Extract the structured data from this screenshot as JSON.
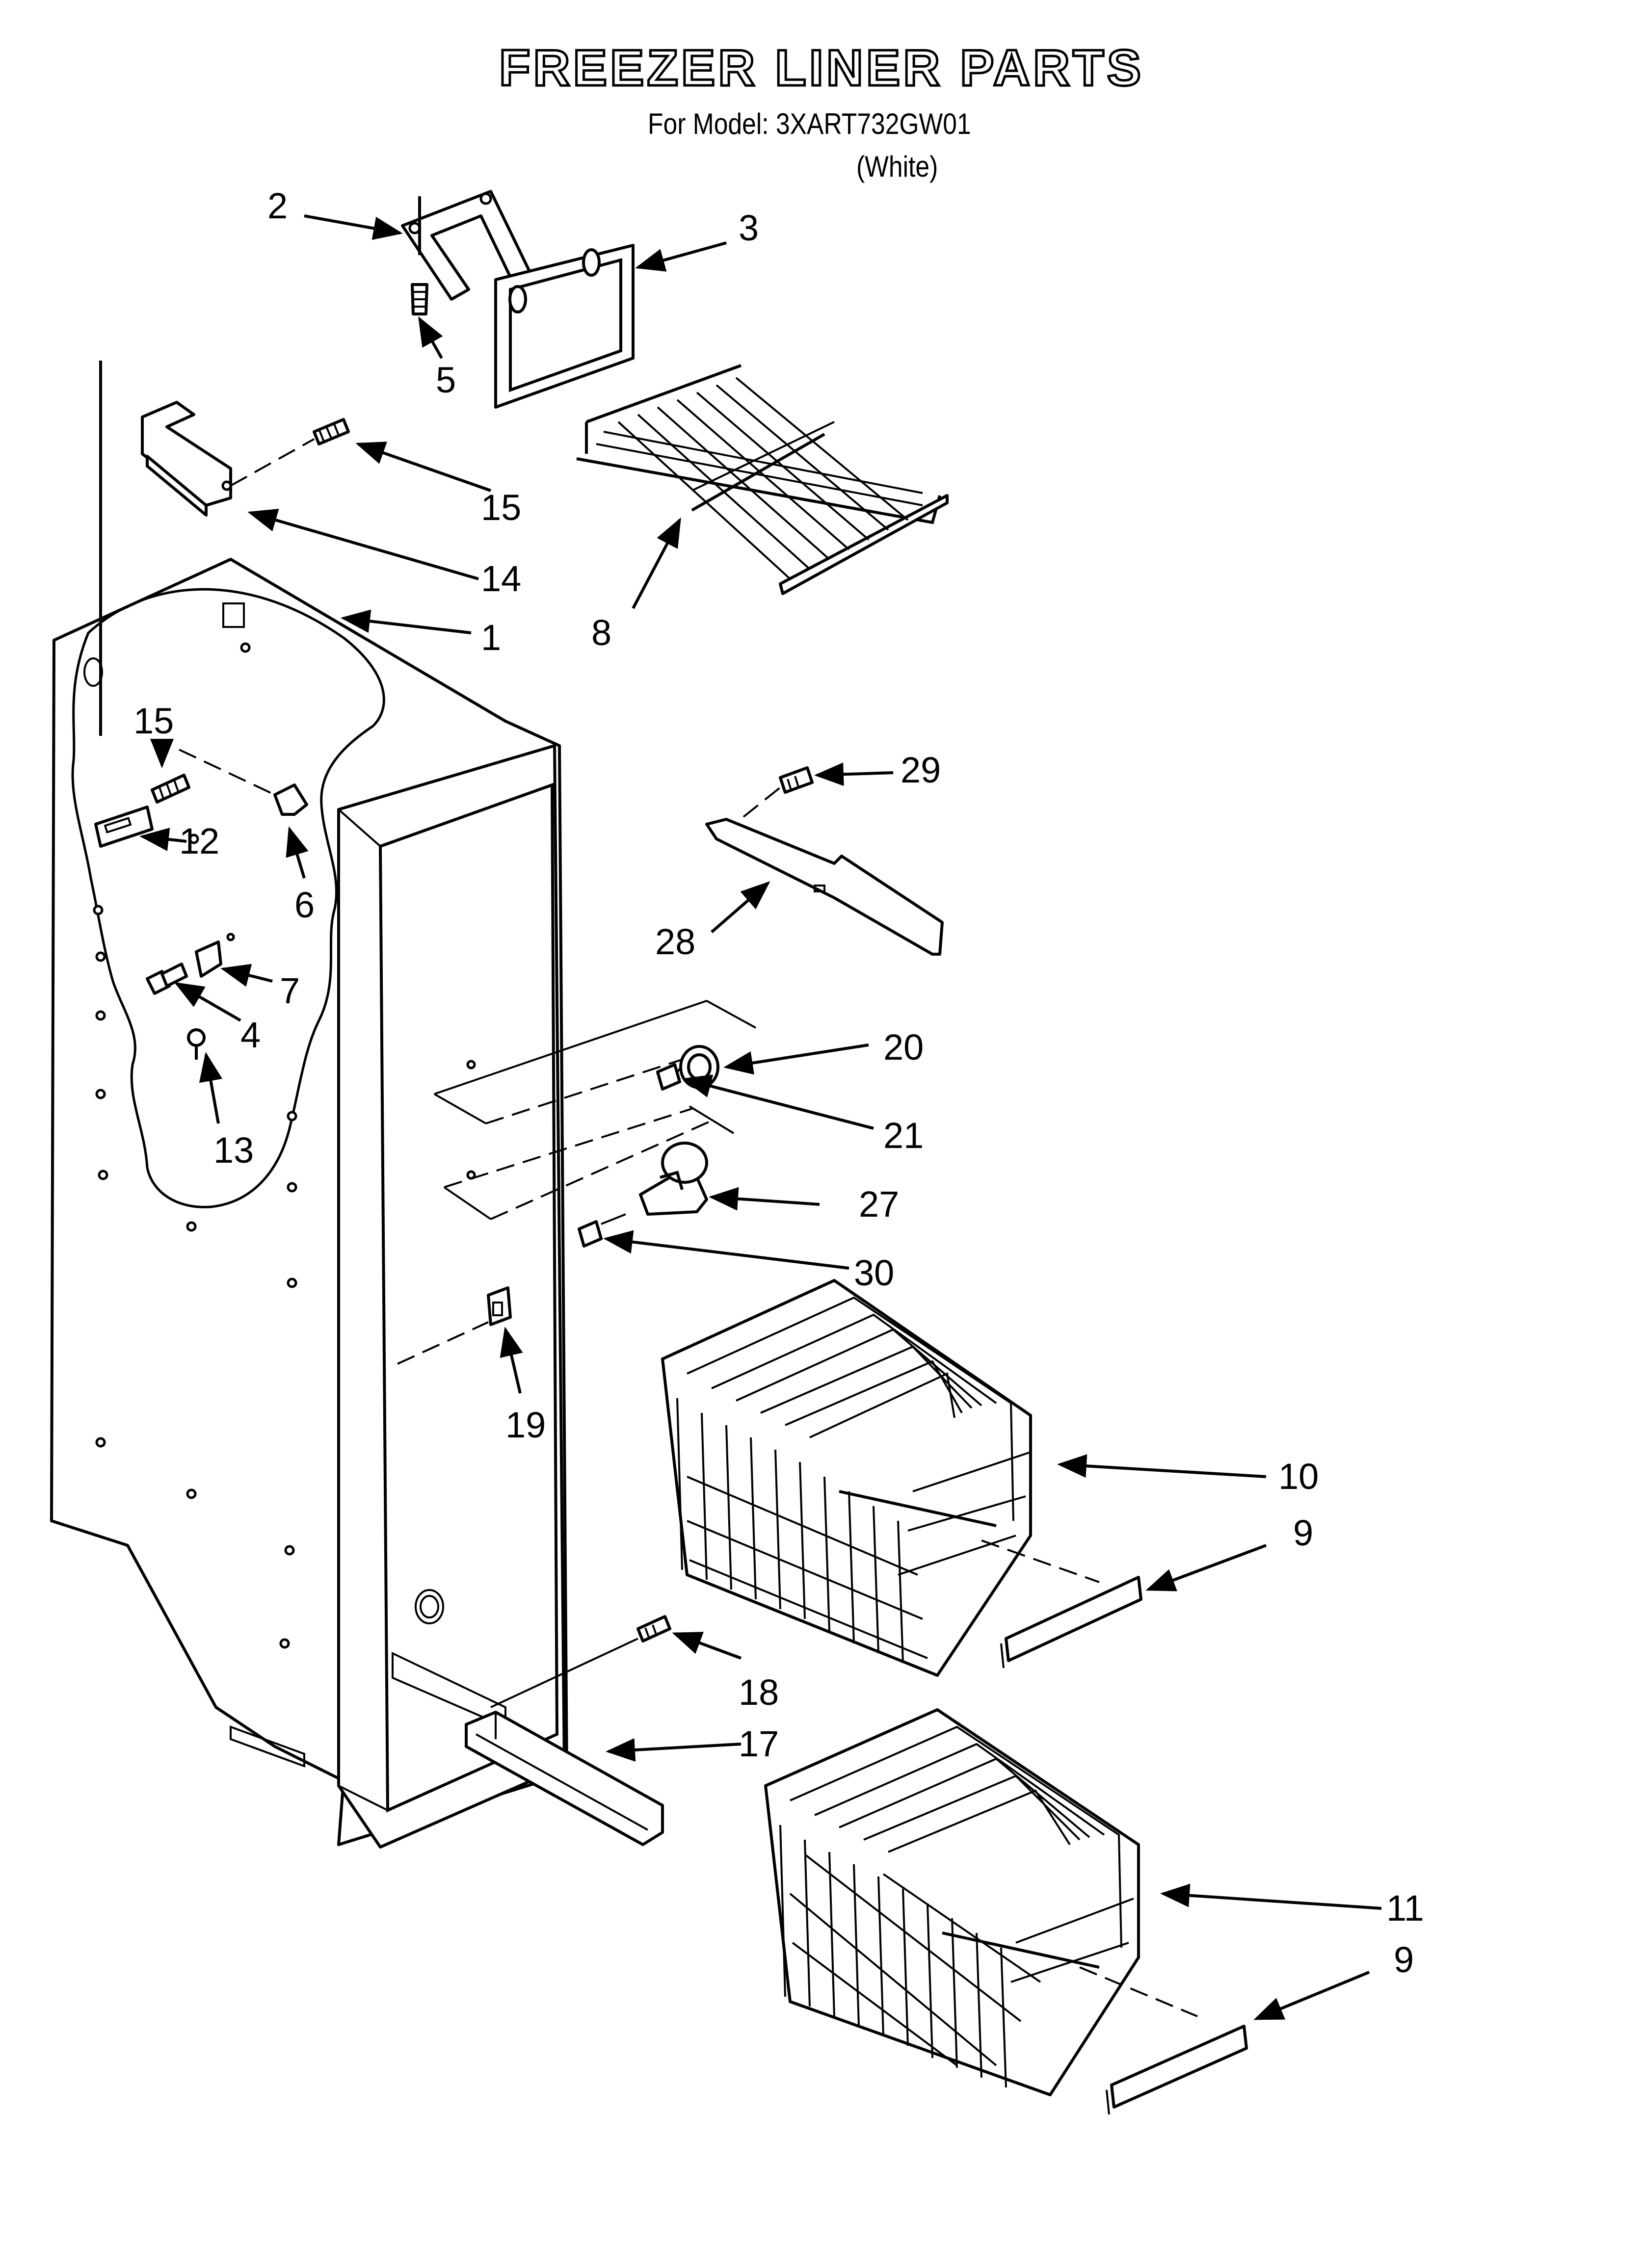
{
  "title": "FREEZER LINER PARTS",
  "model": "For Model: 3XART732GW01",
  "color_note": "(White)",
  "callouts": [
    {
      "id": "c2",
      "label": "2"
    },
    {
      "id": "c3",
      "label": "3"
    },
    {
      "id": "c5",
      "label": "5"
    },
    {
      "id": "c15a",
      "label": "15"
    },
    {
      "id": "c14",
      "label": "14"
    },
    {
      "id": "c1",
      "label": "1"
    },
    {
      "id": "c8",
      "label": "8"
    },
    {
      "id": "c15b",
      "label": "15"
    },
    {
      "id": "c12",
      "label": "12"
    },
    {
      "id": "c6",
      "label": "6"
    },
    {
      "id": "c7",
      "label": "7"
    },
    {
      "id": "c4",
      "label": "4"
    },
    {
      "id": "c13",
      "label": "13"
    },
    {
      "id": "c29",
      "label": "29"
    },
    {
      "id": "c28",
      "label": "28"
    },
    {
      "id": "c20",
      "label": "20"
    },
    {
      "id": "c21",
      "label": "21"
    },
    {
      "id": "c27",
      "label": "27"
    },
    {
      "id": "c30",
      "label": "30"
    },
    {
      "id": "c19",
      "label": "19"
    },
    {
      "id": "c10",
      "label": "10"
    },
    {
      "id": "c9a",
      "label": "9"
    },
    {
      "id": "c18",
      "label": "18"
    },
    {
      "id": "c17",
      "label": "17"
    },
    {
      "id": "c11",
      "label": "11"
    },
    {
      "id": "c9b",
      "label": "9"
    }
  ]
}
